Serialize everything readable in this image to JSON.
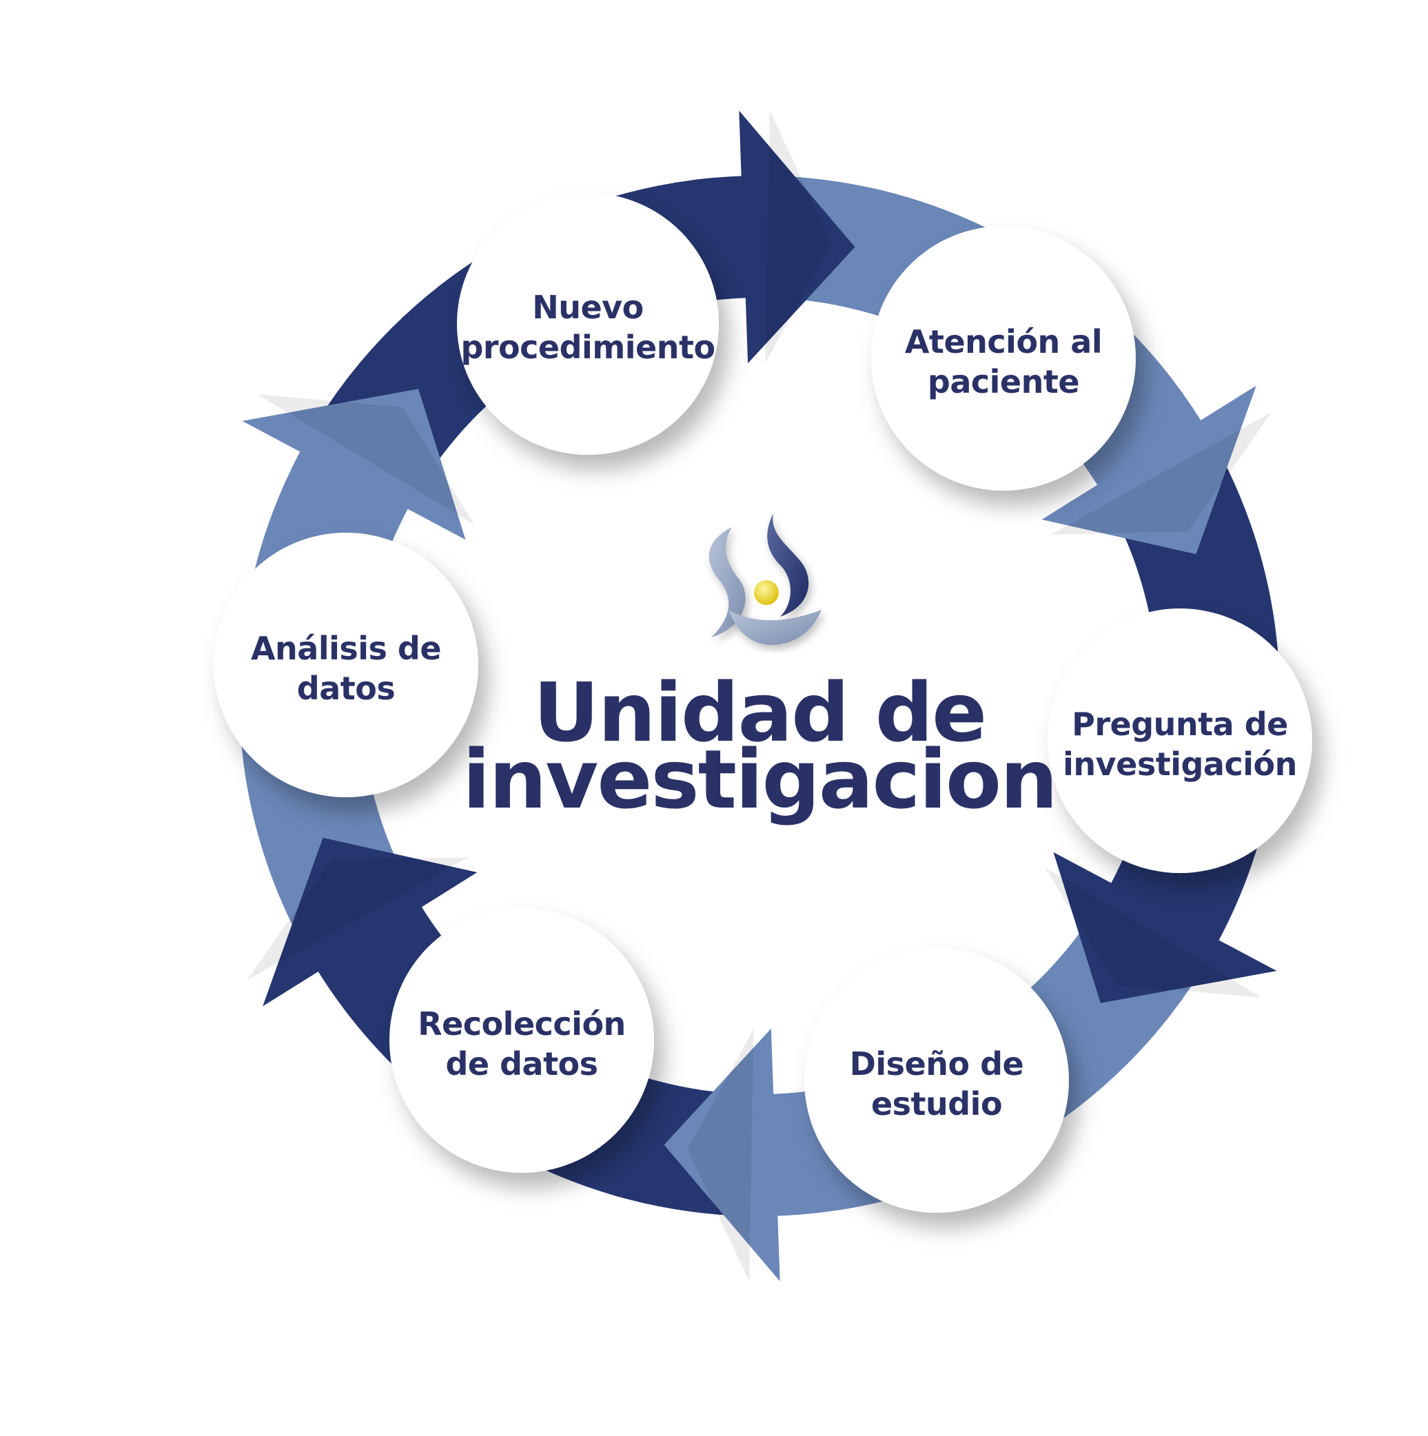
{
  "diagram": {
    "center": {
      "line1": "Unidad de",
      "line2": "investigacion"
    },
    "steps": [
      {
        "id": "nuevo",
        "line1": "Nuevo",
        "line2": "procedimiento"
      },
      {
        "id": "atencion",
        "line1": "Atención al",
        "line2": "paciente"
      },
      {
        "id": "pregunta",
        "line1": "Pregunta de",
        "line2": "investigación"
      },
      {
        "id": "diseno",
        "line1": "Diseño de",
        "line2": "estudio"
      },
      {
        "id": "recoleccion",
        "line1": "Recolección",
        "line2": "de datos"
      },
      {
        "id": "analisis",
        "line1": "Análisis de",
        "line2": "datos"
      }
    ],
    "colors": {
      "dark_blue": "#253670",
      "light_blue": "#6a87b8",
      "text_navy": "#2a3166",
      "logo_yellow": "#e4cc12",
      "logo_gray": "#8a9ab8"
    },
    "logo_icon": "unidad-logo-icon"
  }
}
